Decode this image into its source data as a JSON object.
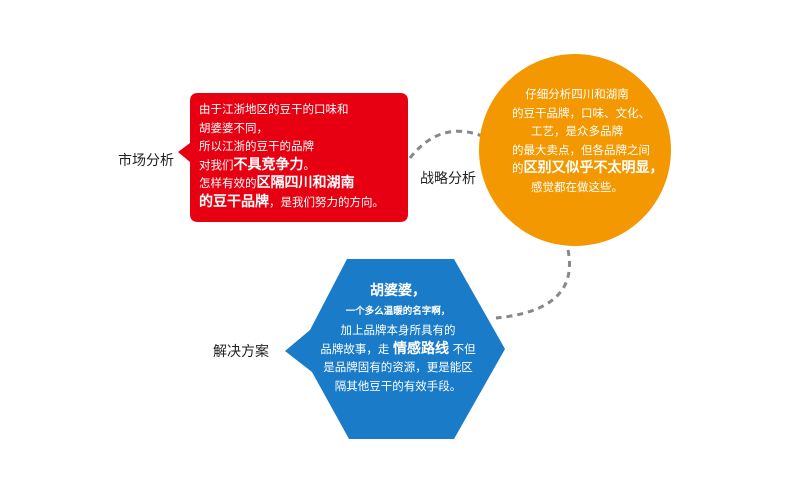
{
  "colors": {
    "red": "#e60012",
    "orange": "#f39800",
    "blue": "#1a7bc9",
    "dash": "#888888"
  },
  "market": {
    "label": "市场分析",
    "lines": [
      {
        "parts": [
          {
            "t": "由于江浙地区的豆干的口味和"
          }
        ]
      },
      {
        "parts": [
          {
            "t": "胡婆婆不同，"
          }
        ]
      },
      {
        "parts": [
          {
            "t": "所以江浙的豆干的品牌"
          }
        ]
      },
      {
        "parts": [
          {
            "t": "对我们"
          },
          {
            "t": "不具竞争力",
            "bold": true
          },
          {
            "t": "。"
          }
        ]
      },
      {
        "parts": [
          {
            "t": "怎样有效的"
          },
          {
            "t": "区隔四川和湖南",
            "bold": true
          }
        ]
      },
      {
        "parts": [
          {
            "t": "的豆干品牌",
            "bold": true
          },
          {
            "t": "，是我们努力的方向。"
          }
        ]
      }
    ]
  },
  "strategy": {
    "label": "战略分析",
    "lines": [
      {
        "parts": [
          {
            "t": "仔细分析四川和湖南"
          }
        ]
      },
      {
        "parts": [
          {
            "t": "的豆干品牌，口味、文化、"
          }
        ]
      },
      {
        "parts": [
          {
            "t": "工艺，是众多品牌"
          }
        ]
      },
      {
        "parts": [
          {
            "t": "的最大卖点，但各品牌之间"
          }
        ]
      },
      {
        "parts": [
          {
            "t": "的"
          },
          {
            "t": "区别又似乎不太明显，",
            "bold": true
          }
        ]
      },
      {
        "parts": [
          {
            "t": "感觉都在做这些。"
          }
        ]
      }
    ]
  },
  "solution": {
    "label": "解决方案",
    "lines": [
      {
        "parts": [
          {
            "t": "胡婆婆，",
            "bold": true
          }
        ]
      },
      {
        "parts": [
          {
            "t": "一个多么温暖的名字啊，",
            "small": true
          }
        ]
      },
      {
        "parts": [
          {
            "t": "加上品牌本身所具有的"
          }
        ]
      },
      {
        "parts": [
          {
            "t": "品牌故事，走 "
          },
          {
            "t": "情感路线",
            "bold": true
          },
          {
            "t": " 不但"
          }
        ]
      },
      {
        "parts": [
          {
            "t": "是品牌固有的资源，更是能区"
          }
        ]
      },
      {
        "parts": [
          {
            "t": "隔其他豆干的有效手段。"
          }
        ]
      }
    ]
  }
}
